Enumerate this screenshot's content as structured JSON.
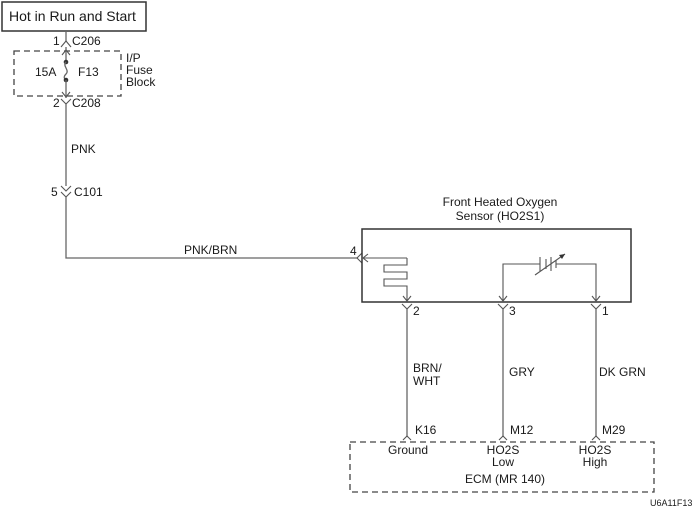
{
  "title": "Hot in Run and Start",
  "fuse": {
    "top_pin": "1",
    "top_connector": "C206",
    "rating": "15A",
    "name": "F13",
    "block_label": [
      "I/P",
      "Fuse",
      "Block"
    ],
    "bottom_pin": "2",
    "bottom_connector": "C208"
  },
  "wires": {
    "pnk": "PNK",
    "pnk_brn": "PNK/BRN",
    "brn_wht": [
      "BRN/",
      "WHT"
    ],
    "gry": "GRY",
    "dk_grn": "DK GRN"
  },
  "inline_connector": {
    "pin": "5",
    "name": "C101"
  },
  "sensor": {
    "title": [
      "Front Heated Oxygen",
      "Sensor (HO2S1)"
    ],
    "pin_in": "4",
    "pins": [
      "2",
      "3",
      "1"
    ]
  },
  "ecm": {
    "name": "ECM (MR 140)",
    "terminals": [
      {
        "pin": "K16",
        "label": [
          "Ground"
        ]
      },
      {
        "pin": "M12",
        "label": [
          "HO2S",
          "Low"
        ]
      },
      {
        "pin": "M29",
        "label": [
          "HO2S",
          "High"
        ]
      }
    ]
  },
  "figure_id": "U6A11F13"
}
